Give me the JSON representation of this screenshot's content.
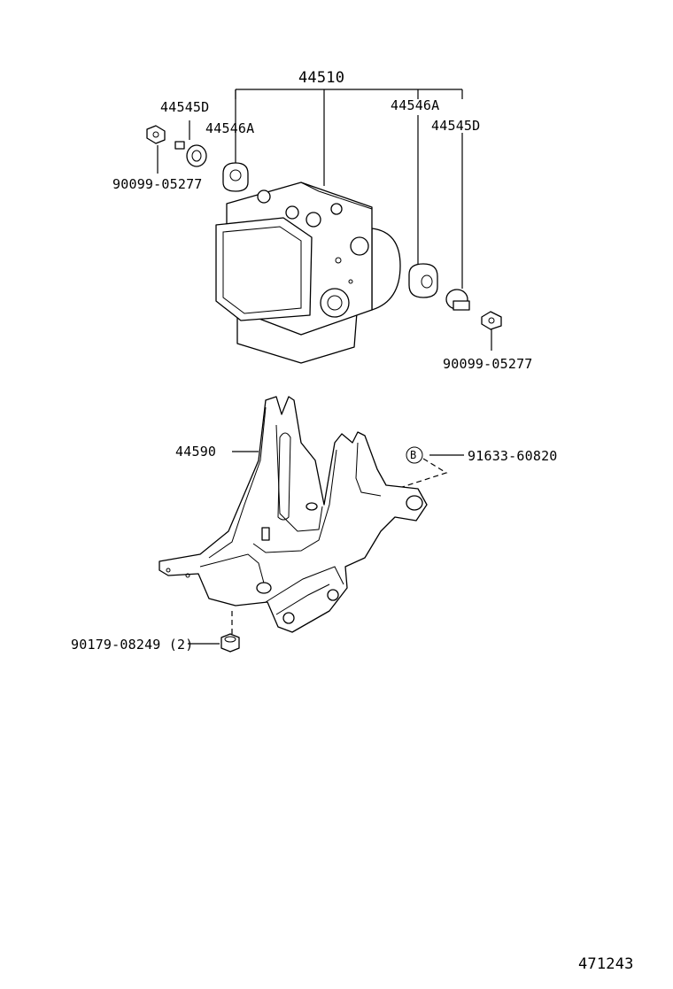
{
  "labels": {
    "assembly": "44510",
    "bracket_screw_left": "44545D",
    "cushion_left": "44546A",
    "cushion_right": "44546A",
    "bracket_screw_right": "44545D",
    "bolt_left": "90099-05277",
    "bolt_right": "90099-05277",
    "bracket": "44590",
    "bolt_b": "91633-60820",
    "callout_b": "B",
    "nut": "90179-08249 (2)"
  },
  "figure_number": "471243"
}
